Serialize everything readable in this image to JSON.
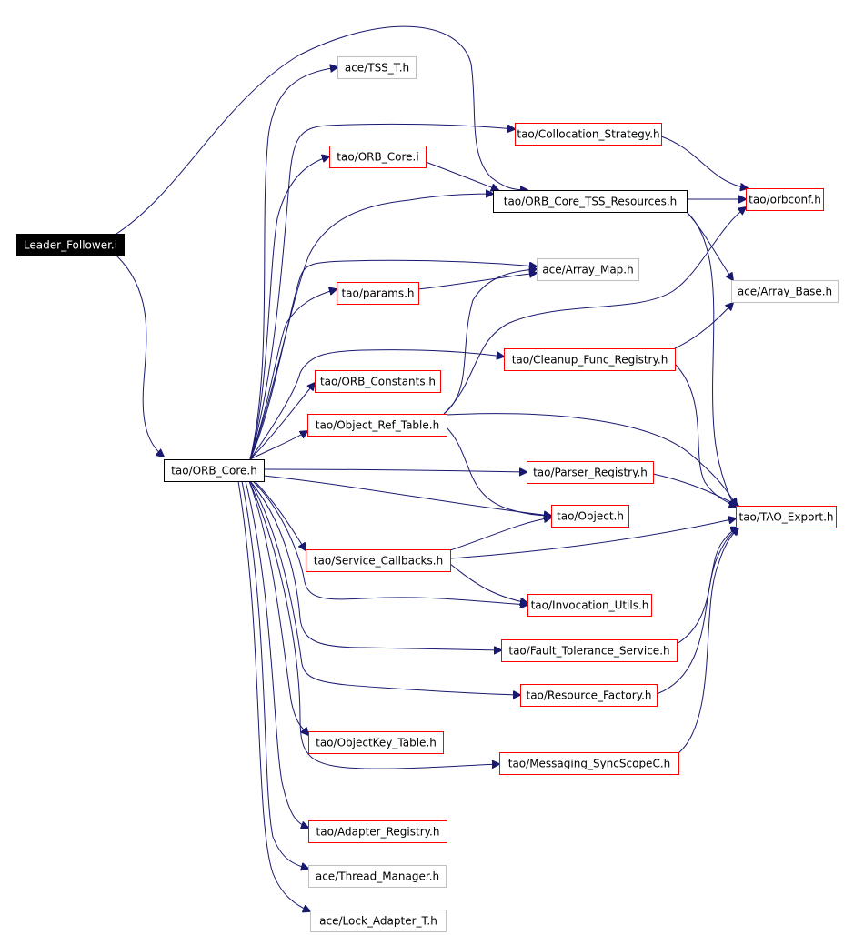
{
  "colors": {
    "edge": "#191970",
    "root_fill": "#000000",
    "root_text": "#ffffff",
    "documented_border": "#ff0000",
    "plain_border": "#000000",
    "external_border": "#bfbfbf",
    "node_fill": "#ffffff",
    "node_text": "#000000"
  },
  "nodes": {
    "leader_follower_i": "Leader_Follower.i",
    "orb_core_h": "tao/ORB_Core.h",
    "tss_t_h": "ace/TSS_T.h",
    "collocation_strategy_h": "tao/Collocation_Strategy.h",
    "orb_core_i": "tao/ORB_Core.i",
    "orb_core_tss_resources_h": "tao/ORB_Core_TSS_Resources.h",
    "orbconf_h": "tao/orbconf.h",
    "array_map_h": "ace/Array_Map.h",
    "params_h": "tao/params.h",
    "array_base_h": "ace/Array_Base.h",
    "cleanup_func_registry_h": "tao/Cleanup_Func_Registry.h",
    "orb_constants_h": "tao/ORB_Constants.h",
    "object_ref_table_h": "tao/Object_Ref_Table.h",
    "parser_registry_h": "tao/Parser_Registry.h",
    "object_h": "tao/Object.h",
    "tao_export_h": "tao/TAO_Export.h",
    "service_callbacks_h": "tao/Service_Callbacks.h",
    "invocation_utils_h": "tao/Invocation_Utils.h",
    "fault_tolerance_service_h": "tao/Fault_Tolerance_Service.h",
    "resource_factory_h": "tao/Resource_Factory.h",
    "objectkey_table_h": "tao/ObjectKey_Table.h",
    "messaging_syncscopec_h": "tao/Messaging_SyncScopeC.h",
    "adapter_registry_h": "tao/Adapter_Registry.h",
    "thread_manager_h": "ace/Thread_Manager.h",
    "lock_adapter_t_h": "ace/Lock_Adapter_T.h"
  },
  "edges": [
    [
      "leader_follower_i",
      "orb_core_h"
    ],
    [
      "leader_follower_i",
      "orb_core_tss_resources_h"
    ],
    [
      "orb_core_h",
      "tss_t_h"
    ],
    [
      "orb_core_h",
      "collocation_strategy_h"
    ],
    [
      "orb_core_h",
      "orb_core_i"
    ],
    [
      "orb_core_h",
      "orb_core_tss_resources_h"
    ],
    [
      "orb_core_h",
      "array_map_h"
    ],
    [
      "orb_core_h",
      "params_h"
    ],
    [
      "orb_core_h",
      "cleanup_func_registry_h"
    ],
    [
      "orb_core_h",
      "orb_constants_h"
    ],
    [
      "orb_core_h",
      "object_ref_table_h"
    ],
    [
      "orb_core_h",
      "parser_registry_h"
    ],
    [
      "orb_core_h",
      "object_h"
    ],
    [
      "orb_core_h",
      "service_callbacks_h"
    ],
    [
      "orb_core_h",
      "invocation_utils_h"
    ],
    [
      "orb_core_h",
      "fault_tolerance_service_h"
    ],
    [
      "orb_core_h",
      "resource_factory_h"
    ],
    [
      "orb_core_h",
      "objectkey_table_h"
    ],
    [
      "orb_core_h",
      "messaging_syncscopec_h"
    ],
    [
      "orb_core_h",
      "adapter_registry_h"
    ],
    [
      "orb_core_h",
      "thread_manager_h"
    ],
    [
      "orb_core_h",
      "lock_adapter_t_h"
    ],
    [
      "collocation_strategy_h",
      "orbconf_h"
    ],
    [
      "orb_core_i",
      "orb_core_tss_resources_h"
    ],
    [
      "orb_core_tss_resources_h",
      "orbconf_h"
    ],
    [
      "orb_core_tss_resources_h",
      "array_base_h"
    ],
    [
      "orb_core_tss_resources_h",
      "tao_export_h"
    ],
    [
      "params_h",
      "array_map_h"
    ],
    [
      "cleanup_func_registry_h",
      "array_base_h"
    ],
    [
      "cleanup_func_registry_h",
      "tao_export_h"
    ],
    [
      "object_ref_table_h",
      "array_map_h"
    ],
    [
      "object_ref_table_h",
      "orbconf_h"
    ],
    [
      "object_ref_table_h",
      "tao_export_h"
    ],
    [
      "object_ref_table_h",
      "object_h"
    ],
    [
      "parser_registry_h",
      "tao_export_h"
    ],
    [
      "service_callbacks_h",
      "object_h"
    ],
    [
      "service_callbacks_h",
      "tao_export_h"
    ],
    [
      "service_callbacks_h",
      "invocation_utils_h"
    ],
    [
      "fault_tolerance_service_h",
      "tao_export_h"
    ],
    [
      "resource_factory_h",
      "tao_export_h"
    ],
    [
      "messaging_syncscopec_h",
      "tao_export_h"
    ]
  ]
}
